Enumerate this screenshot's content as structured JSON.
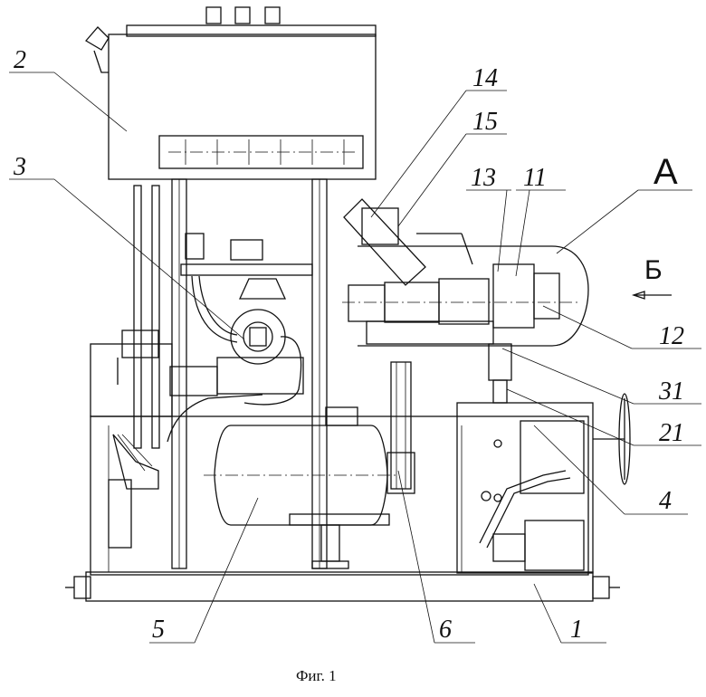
{
  "figure": {
    "caption": "Фиг. 1",
    "view_labels": {
      "A": "А",
      "B": "Б"
    },
    "callouts": [
      "2",
      "3",
      "14",
      "15",
      "13",
      "11",
      "12",
      "31",
      "21",
      "4",
      "5",
      "6",
      "1"
    ]
  }
}
